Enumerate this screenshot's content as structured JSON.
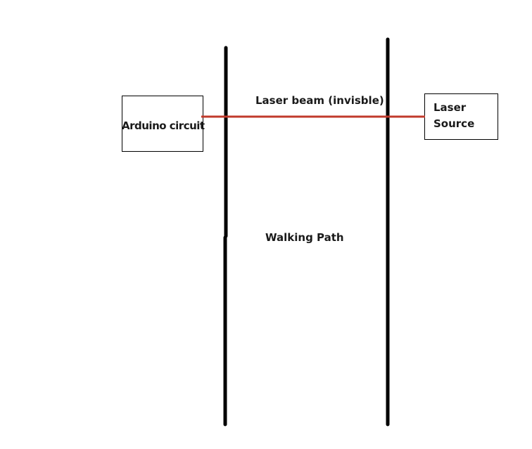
{
  "diagram": {
    "colors": {
      "wall": "#000000",
      "laser_beam": "#c0392b",
      "text": "#1a1a1a",
      "box_border": "#000000"
    },
    "nodes": {
      "arduino": {
        "label": "Arduino circuit"
      },
      "laser_source": {
        "label": "Laser\nSource"
      }
    },
    "labels": {
      "laser_beam": "Laser beam (invisble)",
      "walking_path": "Walking Path"
    }
  }
}
